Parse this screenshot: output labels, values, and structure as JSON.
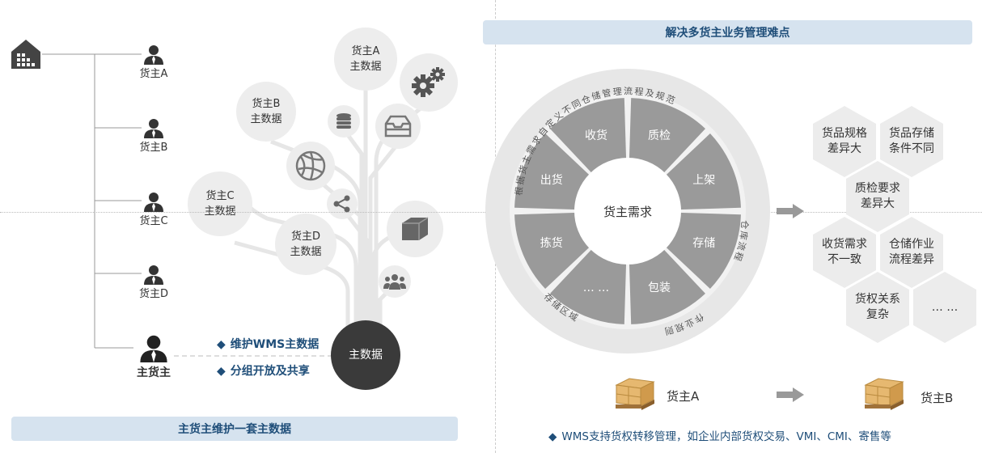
{
  "left": {
    "owners": [
      {
        "label": "货主A"
      },
      {
        "label": "货主B"
      },
      {
        "label": "货主C"
      },
      {
        "label": "货主D"
      },
      {
        "label": "主货主"
      }
    ],
    "bubbles": {
      "a": {
        "line1": "货主A",
        "line2": "主数据"
      },
      "b": {
        "line1": "货主B",
        "line2": "主数据"
      },
      "c": {
        "line1": "货主C",
        "line2": "主数据"
      },
      "d": {
        "line1": "货主D",
        "line2": "主数据"
      },
      "main": "主数据"
    },
    "bullets": [
      "维护WMS主数据",
      "分组开放及共享"
    ],
    "banner": "主货主维护一套主数据"
  },
  "right": {
    "banner": "解决多货主业务管理难点",
    "wheel": {
      "center": "货主需求",
      "segments": [
        "收货",
        "质检",
        "上架",
        "存储",
        "包装",
        "…  …",
        "拣货",
        "出货"
      ],
      "outer_top": "根据货主需求自定义不同仓储管理流程及规范",
      "outer_right": "仓库流程",
      "outer_bottom_right": "作业规则",
      "outer_bottom_left": "存储区域"
    },
    "hexes": [
      {
        "line1": "货品规格",
        "line2": "差异大"
      },
      {
        "line1": "货品存储",
        "line2": "条件不同"
      },
      {
        "line1": "质检要求",
        "line2": "差异大"
      },
      {
        "line1": "收货需求",
        "line2": "不一致"
      },
      {
        "line1": "仓储作业",
        "line2": "流程差异"
      },
      {
        "line1": "货权关系",
        "line2": "复杂"
      },
      {
        "line1": "…  …",
        "line2": ""
      }
    ],
    "transfer": {
      "from": "货主A",
      "to": "货主B"
    },
    "note": "WMS支持货权转移管理，如企业内部货权交易、VMI、CMI、寄售等"
  },
  "colors": {
    "accent": "#1f4e79",
    "wheel_gray": "#9a9a9a",
    "bubble_gray": "#ededed",
    "banner_bg": "#d6e3ef"
  },
  "icons": [
    "warehouse-icon",
    "user-icon",
    "gear-icon",
    "database-icon",
    "inbox-icon",
    "globe-icon",
    "share-icon",
    "box-icon",
    "group-icon",
    "arrow-right-icon",
    "pallet-icon"
  ]
}
